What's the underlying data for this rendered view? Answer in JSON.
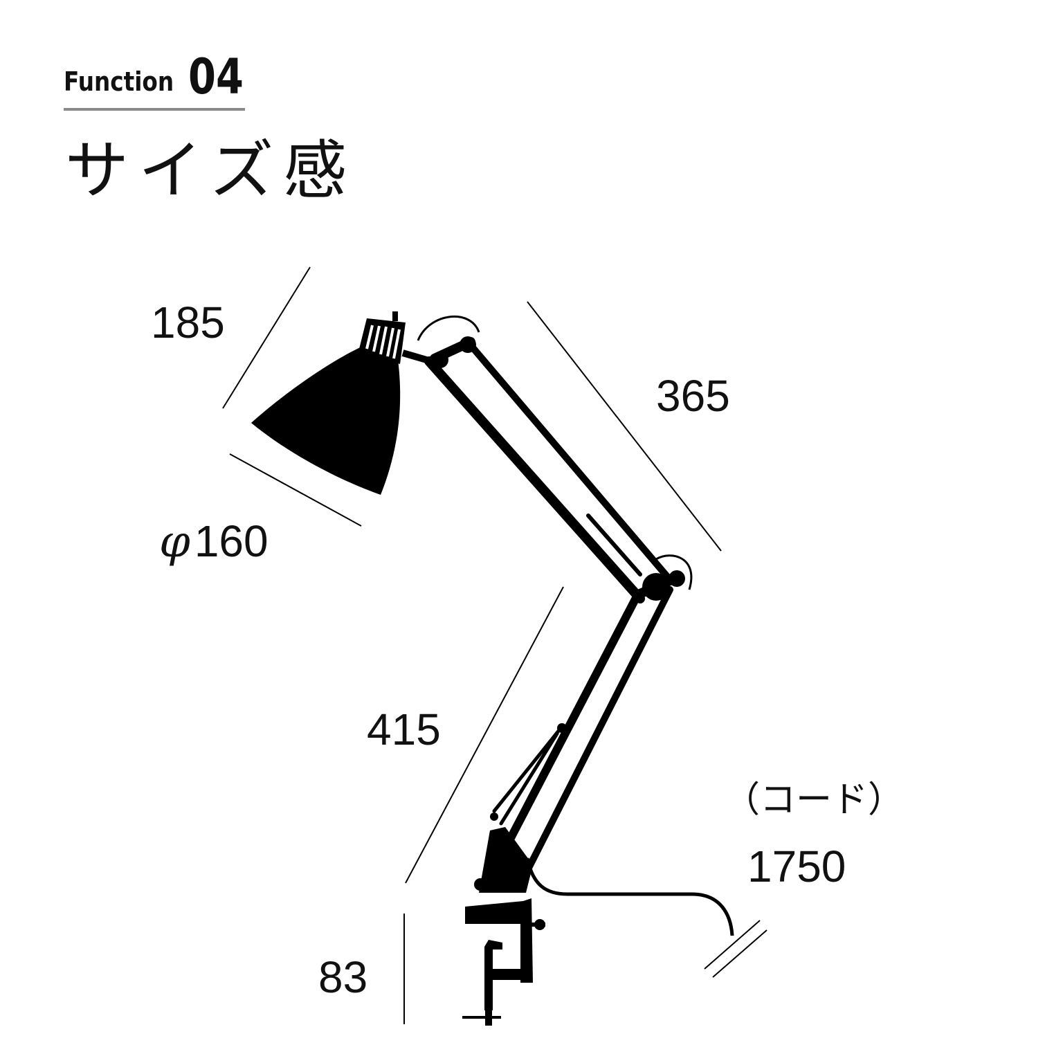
{
  "header": {
    "label": "Function",
    "number": "04"
  },
  "title": "サイズ感",
  "dimensions": {
    "shade_height": "185",
    "shade_diameter_symbol": "φ",
    "shade_diameter": "160",
    "upper_arm": "365",
    "lower_arm": "415",
    "clamp": "83",
    "cord_label": "（コード）",
    "cord_length": "1750"
  },
  "colors": {
    "ink": "#000000",
    "rule": "#8a8a8a",
    "background": "#ffffff"
  }
}
